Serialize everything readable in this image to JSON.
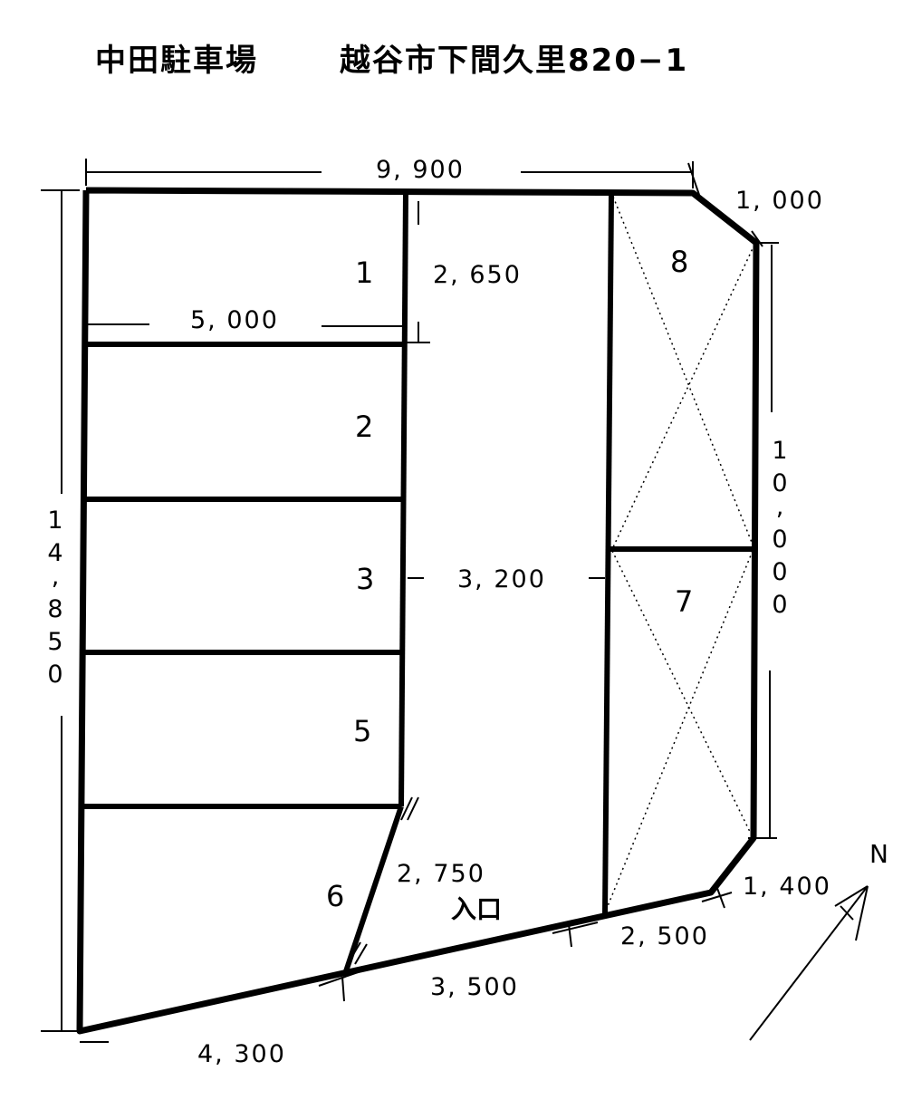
{
  "title": {
    "name": "中田駐車場",
    "address": "越谷市下間久里820−1"
  },
  "lots": [
    {
      "id": "lot-1",
      "label": "1"
    },
    {
      "id": "lot-2",
      "label": "2"
    },
    {
      "id": "lot-3",
      "label": "3"
    },
    {
      "id": "lot-5",
      "label": "5"
    },
    {
      "id": "lot-6",
      "label": "6"
    },
    {
      "id": "lot-7",
      "label": "7"
    },
    {
      "id": "lot-8",
      "label": "8"
    }
  ],
  "dimensions": {
    "top_width": "9, 900",
    "corner_top_right": "1, 000",
    "lot_depth": "2, 650",
    "lot_width": "5, 000",
    "aisle_width": "3, 200",
    "right_height": "10,000",
    "left_height": "14,850",
    "lot6_side": "2, 750",
    "corner_bottom_right": "1, 400",
    "bottom_segment_right": "2, 500",
    "bottom_segment_middle": "3, 500",
    "bottom_segment_left": "4, 300"
  },
  "entrance_label": "入口",
  "north_label": "N",
  "colors": {
    "line": "#000000",
    "background": "#ffffff"
  }
}
